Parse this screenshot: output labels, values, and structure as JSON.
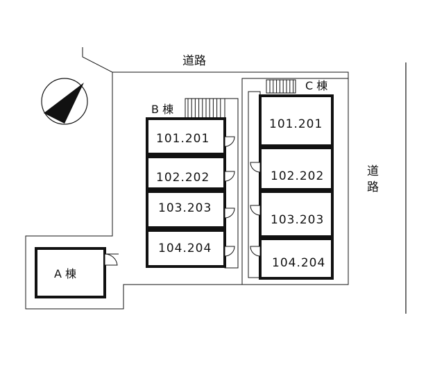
{
  "roads": {
    "top": "道路",
    "right_char1": "道",
    "right_char2": "路"
  },
  "buildings": {
    "a": {
      "label": "A 棟"
    },
    "b": {
      "label": "B 棟",
      "units": [
        "101.201",
        "102.202",
        "103.203",
        "104.204"
      ]
    },
    "c": {
      "label": "C 棟",
      "units": [
        "101.201",
        "102.202",
        "103.203",
        "104.204"
      ]
    }
  },
  "compass": {
    "icon": "north-arrow-icon"
  },
  "colors": {
    "line": "#111111",
    "background": "#ffffff"
  }
}
